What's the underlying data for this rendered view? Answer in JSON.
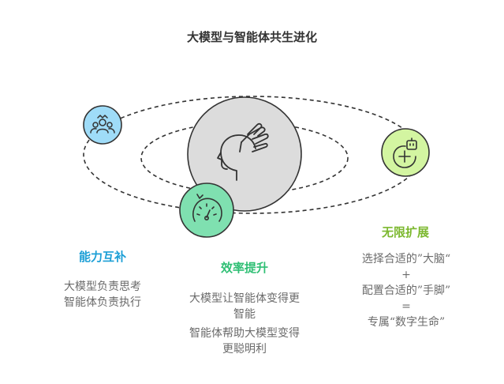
{
  "title": "大模型与智能体共生进化",
  "colors": {
    "background": "#ffffff",
    "orbit": "#333333",
    "center_fill": "#dcdcdc",
    "blue": "#9fdcf8",
    "teal": "#7fe0b0",
    "lime": "#d3f5a1",
    "blue_text": "#1c9fd6",
    "teal_text": "#2fbf74",
    "lime_text": "#7cb82f"
  },
  "icons": {
    "center": "head-hand-icon",
    "left": "people-group-icon",
    "bottom": "speedometer-icon",
    "right": "robot-plus-icon"
  },
  "sections": {
    "complement": {
      "heading": "能力互补",
      "lines": [
        "大模型负责思考",
        "智能体负责执行"
      ]
    },
    "efficiency": {
      "heading": "效率提升",
      "lines": [
        "大模型让智能体变得更",
        "智能",
        "智能体帮助大模型变得",
        "更聪明利"
      ]
    },
    "expansion": {
      "heading": "无限扩展",
      "lines": [
        "选择合适的”大脑“",
        "+",
        "配置合适的”手脚”",
        "=",
        "专属“数字生命”"
      ]
    }
  }
}
